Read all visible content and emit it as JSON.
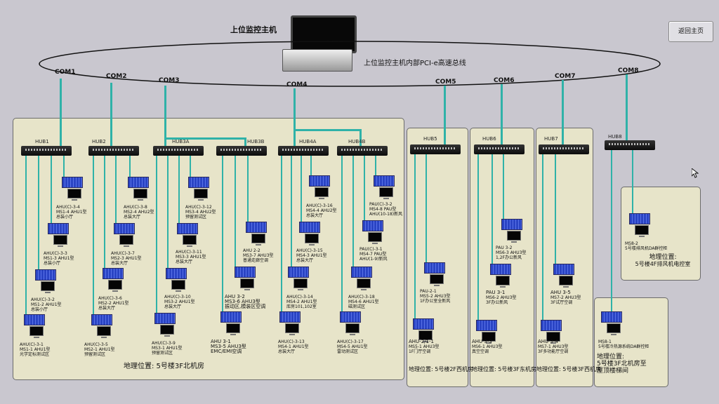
{
  "header": {
    "host_label": "上位监控主机",
    "bus_label": "上位监控主机内部PCI-e高速总线",
    "back_button": "返回主页"
  },
  "coms": [
    "COM1",
    "COM2",
    "COM3",
    "COM4",
    "COM5",
    "COM6",
    "COM7",
    "COM8"
  ],
  "hubs": [
    "HUB1",
    "HUB2",
    "HUB3A",
    "HUB3B",
    "HUB4A",
    "HUB4B",
    "HUB5",
    "HUB6",
    "HUB7",
    "HUB8"
  ],
  "devices": {
    "d1a": [
      "AHU(C)-3-4",
      "MS1-4 AHU1型",
      "总装小厅"
    ],
    "d1b": [
      "AHU(C)-3-3",
      "MS1-3 AHU1型",
      "总装小厅"
    ],
    "d1c": [
      "AHU(C)-3-2",
      "MS1-2 AHU1型",
      "总装小厅"
    ],
    "d1d": [
      "AHU(C)-3-1",
      "MS1-1 AHU1型",
      "光学定标测试区"
    ],
    "d2a": [
      "AHU(C)-3-8",
      "MS2-4 AHU2型",
      "总装大厅"
    ],
    "d2b": [
      "AHU(C)-3-7",
      "MS2-3 AHU1型",
      "总装大厅"
    ],
    "d2c": [
      "AHU(C)-3-6",
      "MS2-2 AHU1型",
      "总装大厅"
    ],
    "d2d": [
      "AHU(C)-3-5",
      "MS2-1 AHU1型",
      "预留测试区"
    ],
    "d3a": [
      "AHU(C)-3-12",
      "MS3-4 AHU2型",
      "预留测试区"
    ],
    "d3b": [
      "AHU(C)-3-11",
      "MS3-3 AHU1型",
      "总装大厅"
    ],
    "d3c": [
      "AHU(C)-3-10",
      "MS3-2 AHU1型",
      "总装大厅"
    ],
    "d3d": [
      "AHU(C)-3-9",
      "MS3-1 AHU1型",
      "预留测试区"
    ],
    "d3e": [
      "AHU 2-2",
      "MS3-7 AHU3型",
      "普通走廊空调"
    ],
    "d3f": [
      "AHU 3-2",
      "MS3-6 AHU3型",
      "振动区,模装区空调"
    ],
    "d3g": [
      "AHU 3-1",
      "MS3-5 AHU3型",
      "EMC/EMI空调"
    ],
    "d4a": [
      "AHU(C)-3-16",
      "MS4-4 AHU2型",
      "总装大厅"
    ],
    "d4b": [
      "AHU(C)-3-15",
      "MS4-3 AHU1型",
      "总装大厅"
    ],
    "d4c": [
      "AHU(C)-3-14",
      "MS4-2 AHU1型",
      "库房101,102室"
    ],
    "d4d": [
      "AHU(C)-3-13",
      "MS4-1 AHU1型",
      "总装大厅"
    ],
    "d4e": [
      "PAU(C)-3-2",
      "MS4-8 PAU型",
      "AHU(10-18)新风"
    ],
    "d4f": [
      "PAU(C)-3-1",
      "MS4-7 PAU型",
      "AHU(1-9)新风"
    ],
    "d4g": [
      "AHU(C)-3-18",
      "MS4-6 AHU1型",
      "磁测试区"
    ],
    "d4h": [
      "AHU(C)-3-17",
      "MS4-5 AHU1型",
      "雷动测试区"
    ],
    "d5a": [
      "PAU-2-1",
      "MS5-2 AHU3型",
      "1F办公室全新风"
    ],
    "d5b": [
      "AHU-2/1-1",
      "MS5-1 AHU3型",
      "1F门厅空调"
    ],
    "d6a": [
      "PAU 3-2",
      "MS6-3 AHU3型",
      "1,2F办公新风"
    ],
    "d6b": [
      "PAU 3-1",
      "MS6-2 AHU3型",
      "3F办公新风"
    ],
    "d6c": [
      "AHU 3-3",
      "MS6-1 AHU3型",
      "真空空调"
    ],
    "d7a": [
      "AHU 3-5",
      "MS7-2 AHU3型",
      "3F试厅空调"
    ],
    "d7b": [
      "AHU 3-4",
      "MS7-1 AHU3型",
      "3F多功能厅空调"
    ],
    "d8a": [
      "MS8-2",
      "5号楼排风机DA群控柜"
    ],
    "d8b": [
      "MS8-1",
      "5号楼冷热源系统DA群控柜"
    ]
  },
  "locations": {
    "main": "地理位置: 5号楼3F北机房",
    "hub5": "地理位置: 5号楼2F西机房",
    "hub6": "地理位置: 5号楼3F东机房",
    "hub7": "地理位置: 5号楼3F西机房",
    "hub8a": [
      "地理位置:",
      "5号楼4F排风机电控室"
    ],
    "hub8b": [
      "地理位置:",
      "5号楼3F北机房至",
      "屋顶楼梯间"
    ]
  }
}
